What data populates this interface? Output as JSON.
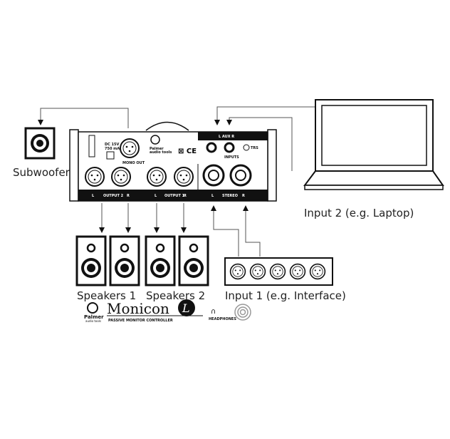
{
  "labels": {
    "subwoofer": "Subwoofer",
    "speakers1": "Speakers 1",
    "speakers2": "Speakers 2",
    "input1": "Input 1 (e.g. Interface)",
    "input2": "Input 2 (e.g. Laptop)"
  },
  "panel": {
    "dc": "DC 15V",
    "dc_current": "750 mA",
    "mono_out": "MONO OUT",
    "brand": "Palmer",
    "brand_sub": "audio tools",
    "out2_l": "L",
    "out2": "OUTPUT 2",
    "out2_r": "R",
    "out1_l": "L",
    "out1": "OUTPUT 1",
    "out1_r": "R",
    "stereo_l": "L",
    "stereo": "STEREO",
    "stereo_r": "R",
    "aux": "L   AUX   R",
    "inputs": "INPUTS",
    "trs": "TRS"
  },
  "logo": {
    "brand": "Palmer",
    "brand_sub": "audio tools",
    "product": "Monicon",
    "product_letter": "L",
    "tagline": "PASSIVE MONITOR CONTROLLER",
    "headphones": "HEADPHONES"
  }
}
